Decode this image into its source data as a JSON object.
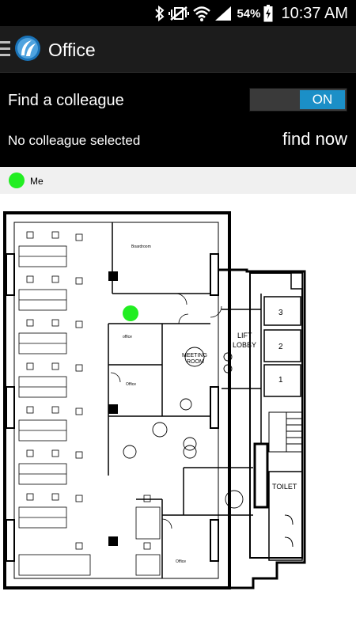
{
  "status_bar": {
    "battery_percent": "54%",
    "time": "10:37 AM",
    "icons": [
      "bluetooth-icon",
      "vibrate-mute-icon",
      "wifi-icon",
      "signal-icon",
      "battery-charging-icon"
    ]
  },
  "action_bar": {
    "title": "Office",
    "menu_icon": "hamburger-icon",
    "logo_icon": "app-logo-icon"
  },
  "panel": {
    "find_label": "Find a colleague",
    "toggle_state": "ON",
    "selected_text": "No colleague selected",
    "find_now_label": "find now"
  },
  "legend": {
    "me_label": "Me",
    "me_color": "#22ee22"
  },
  "floorplan": {
    "rooms": {
      "boardroom": "Boardroom",
      "office_1": "office",
      "office_2": "Office",
      "office_3": "Office",
      "meeting_room_line1": "MEETING",
      "meeting_room_line2": "ROOM",
      "lift_lobby_line1": "LIFT",
      "lift_lobby_line2": "LOBBY",
      "toilet": "TOILET",
      "lift_1": "1",
      "lift_2": "2",
      "lift_3": "3"
    },
    "colors": {
      "wall": "#000000",
      "marker": "#22ee22"
    }
  }
}
